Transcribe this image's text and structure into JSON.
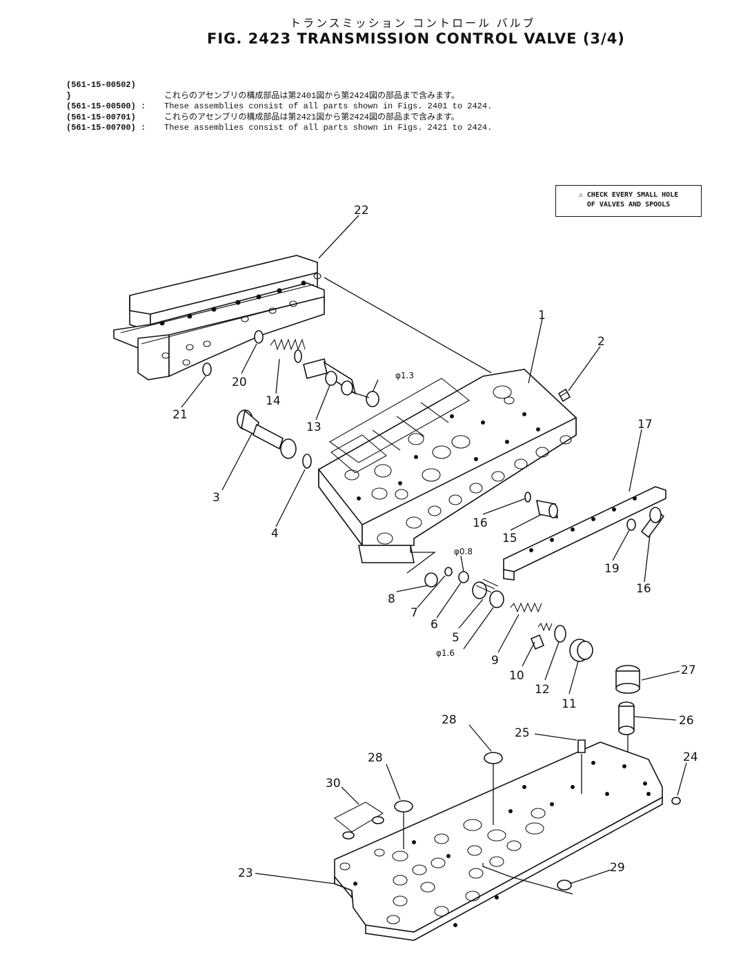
{
  "header": {
    "japanese_title": "トランスミッション コントロール バルブ",
    "title": "FIG. 2423   TRANSMISSION CONTROL VALVE (3/4)"
  },
  "notes": [
    {
      "code": "(561-15-00502)",
      "text": ""
    },
    {
      "code": "      }",
      "text": "これらのアセンブリの構成部品は第2401図から第2424図の部品まで含みます。"
    },
    {
      "code": "(561-15-00500) :",
      "text": "These assemblies consist of all parts shown in Figs. 2401 to 2424."
    },
    {
      "code": "(561-15-00701)",
      "text": "これらのアセンブリの構成部品は第2421図から第2424図の部品まで含みます。"
    },
    {
      "code": "(561-15-00700) :",
      "text": "These assemblies consist of all parts shown in Figs. 2421 to 2424."
    }
  ],
  "warning": {
    "line1": "⚠ CHECK EVERY SMALL HOLE",
    "line2": "OF VALVES AND SPOOLS"
  },
  "callouts": {
    "p1": "1",
    "p2": "2",
    "p3": "3",
    "p4": "4",
    "p5": "5",
    "p6": "6",
    "p7": "7",
    "p8": "8",
    "p9": "9",
    "p10": "10",
    "p11": "11",
    "p12": "12",
    "p13": "13",
    "p14": "14",
    "p15": "15",
    "p16a": "16",
    "p16b": "16",
    "p17": "17",
    "p19": "19",
    "p20": "20",
    "p21": "21",
    "p22": "22",
    "p23": "23",
    "p24": "24",
    "p25": "25",
    "p26": "26",
    "p27": "27",
    "p28a": "28",
    "p28b": "28",
    "p29": "29",
    "p30": "30"
  },
  "dimensions": {
    "d1": "φ1.3",
    "d2": "φ0.8",
    "d3": "φ1.6"
  }
}
